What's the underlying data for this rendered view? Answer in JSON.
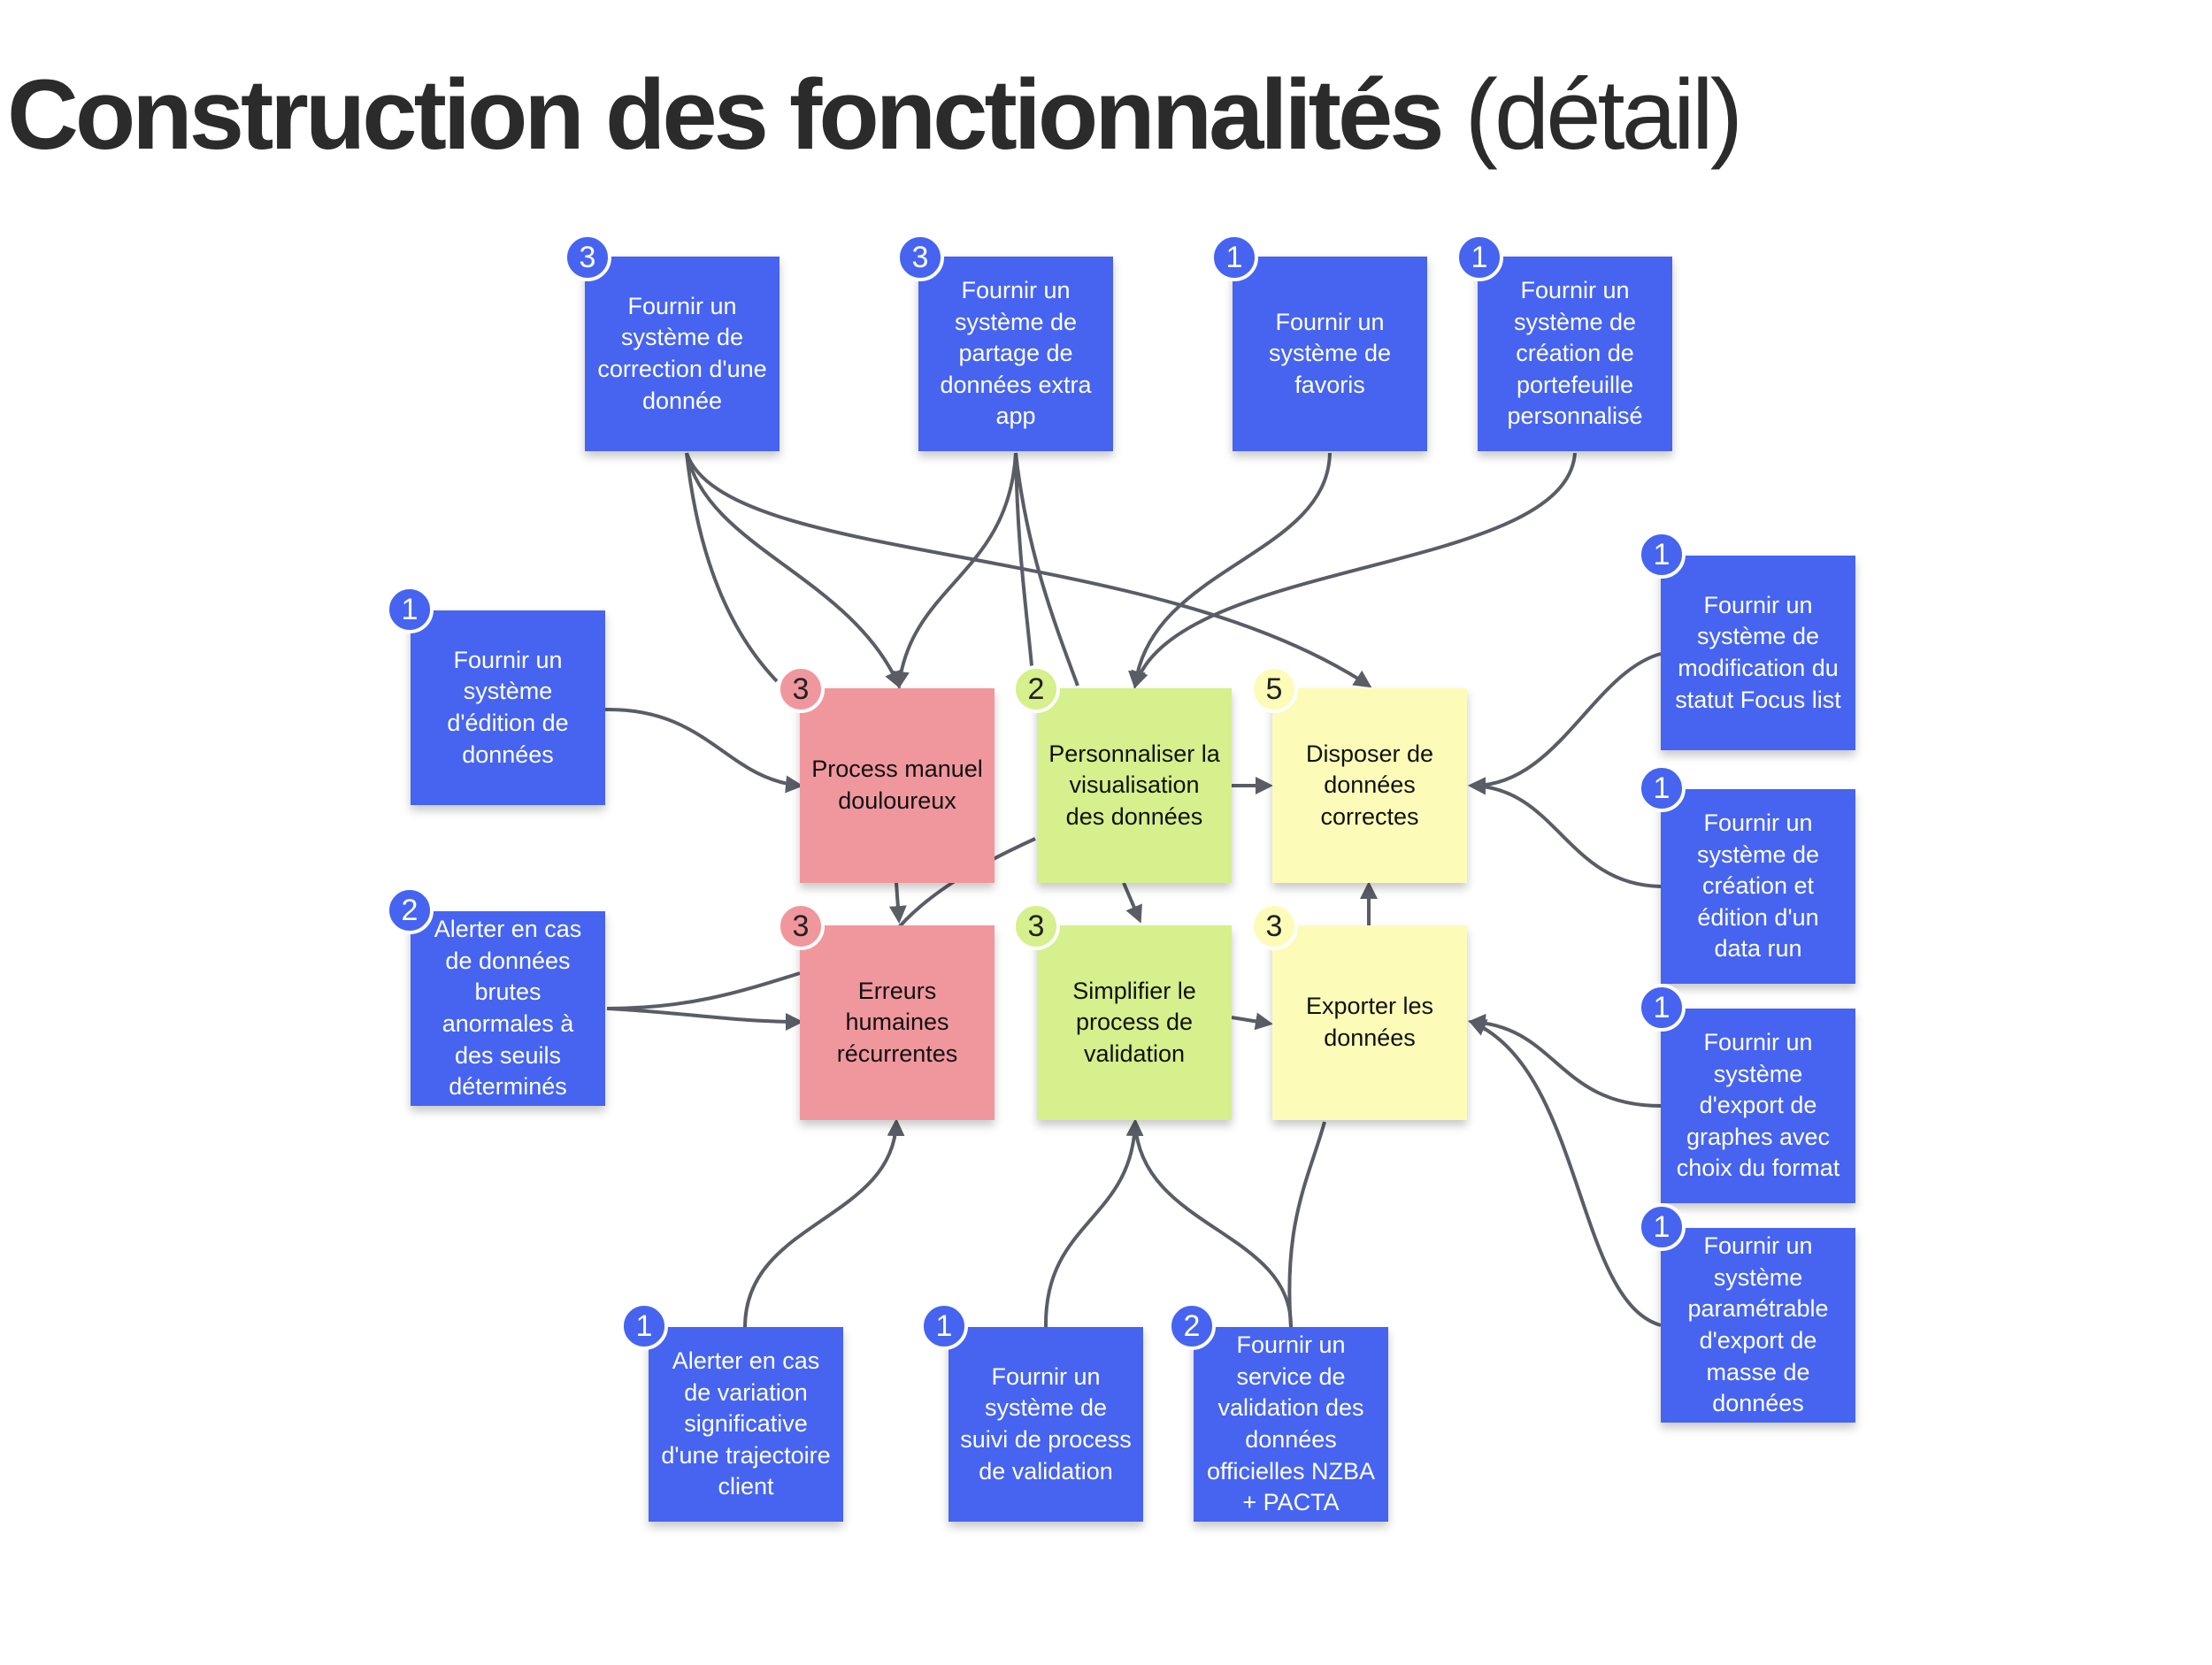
{
  "title": {
    "bold": "Construction des fonctionnalités",
    "light": " (détail)"
  },
  "colors": {
    "feature": "#4664f0",
    "problem": "#f0979d",
    "goal": "#d5f08c",
    "output": "#fdfbb8",
    "arrow": "#5a5d66"
  },
  "nodes": [
    {
      "id": "correction",
      "kind": "feature",
      "count": "3",
      "text": "Fournir un système de correction d'une donnée"
    },
    {
      "id": "partage",
      "kind": "feature",
      "count": "3",
      "text": "Fournir un système de partage de données extra app"
    },
    {
      "id": "favoris",
      "kind": "feature",
      "count": "1",
      "text": "Fournir un système de favoris"
    },
    {
      "id": "portefeuille",
      "kind": "feature",
      "count": "1",
      "text": "Fournir un système de création de portefeuille personnalisé"
    },
    {
      "id": "edition",
      "kind": "feature",
      "count": "1",
      "text": "Fournir un système d'édition de données"
    },
    {
      "id": "alerter-seuils",
      "kind": "feature",
      "count": "2",
      "text": "Alerter en cas de données brutes anormales à des seuils déterminés"
    },
    {
      "id": "focus",
      "kind": "feature",
      "count": "1",
      "text": "Fournir un système de modification du statut Focus list"
    },
    {
      "id": "datarun",
      "kind": "feature",
      "count": "1",
      "text": "Fournir un système de création et édition d'un data run"
    },
    {
      "id": "export-graphes",
      "kind": "feature",
      "count": "1",
      "text": "Fournir un système d'export de graphes avec choix du format"
    },
    {
      "id": "export-masse",
      "kind": "feature",
      "count": "1",
      "text": "Fournir un système paramétrable d'export de masse de données"
    },
    {
      "id": "alerter-trajectoire",
      "kind": "feature",
      "count": "1",
      "text": "Alerter en cas de variation significative d'une trajectoire client"
    },
    {
      "id": "suivi",
      "kind": "feature",
      "count": "1",
      "text": "Fournir un système de suivi de process de validation"
    },
    {
      "id": "nzba",
      "kind": "feature",
      "count": "2",
      "text": "Fournir un service de validation des données officielles NZBA + PACTA"
    },
    {
      "id": "process",
      "kind": "problem",
      "count": "3",
      "text": "Process manuel douloureux"
    },
    {
      "id": "erreurs",
      "kind": "problem",
      "count": "3",
      "text": "Erreurs humaines récurrentes"
    },
    {
      "id": "perso",
      "kind": "goal",
      "count": "2",
      "text": "Personnaliser la visualisation des données"
    },
    {
      "id": "simplifier",
      "kind": "goal",
      "count": "3",
      "text": "Simplifier le process de validation"
    },
    {
      "id": "disposer",
      "kind": "output",
      "count": "5",
      "text": "Disposer de données correctes"
    },
    {
      "id": "exporter",
      "kind": "output",
      "count": "3",
      "text": "Exporter les données"
    }
  ]
}
